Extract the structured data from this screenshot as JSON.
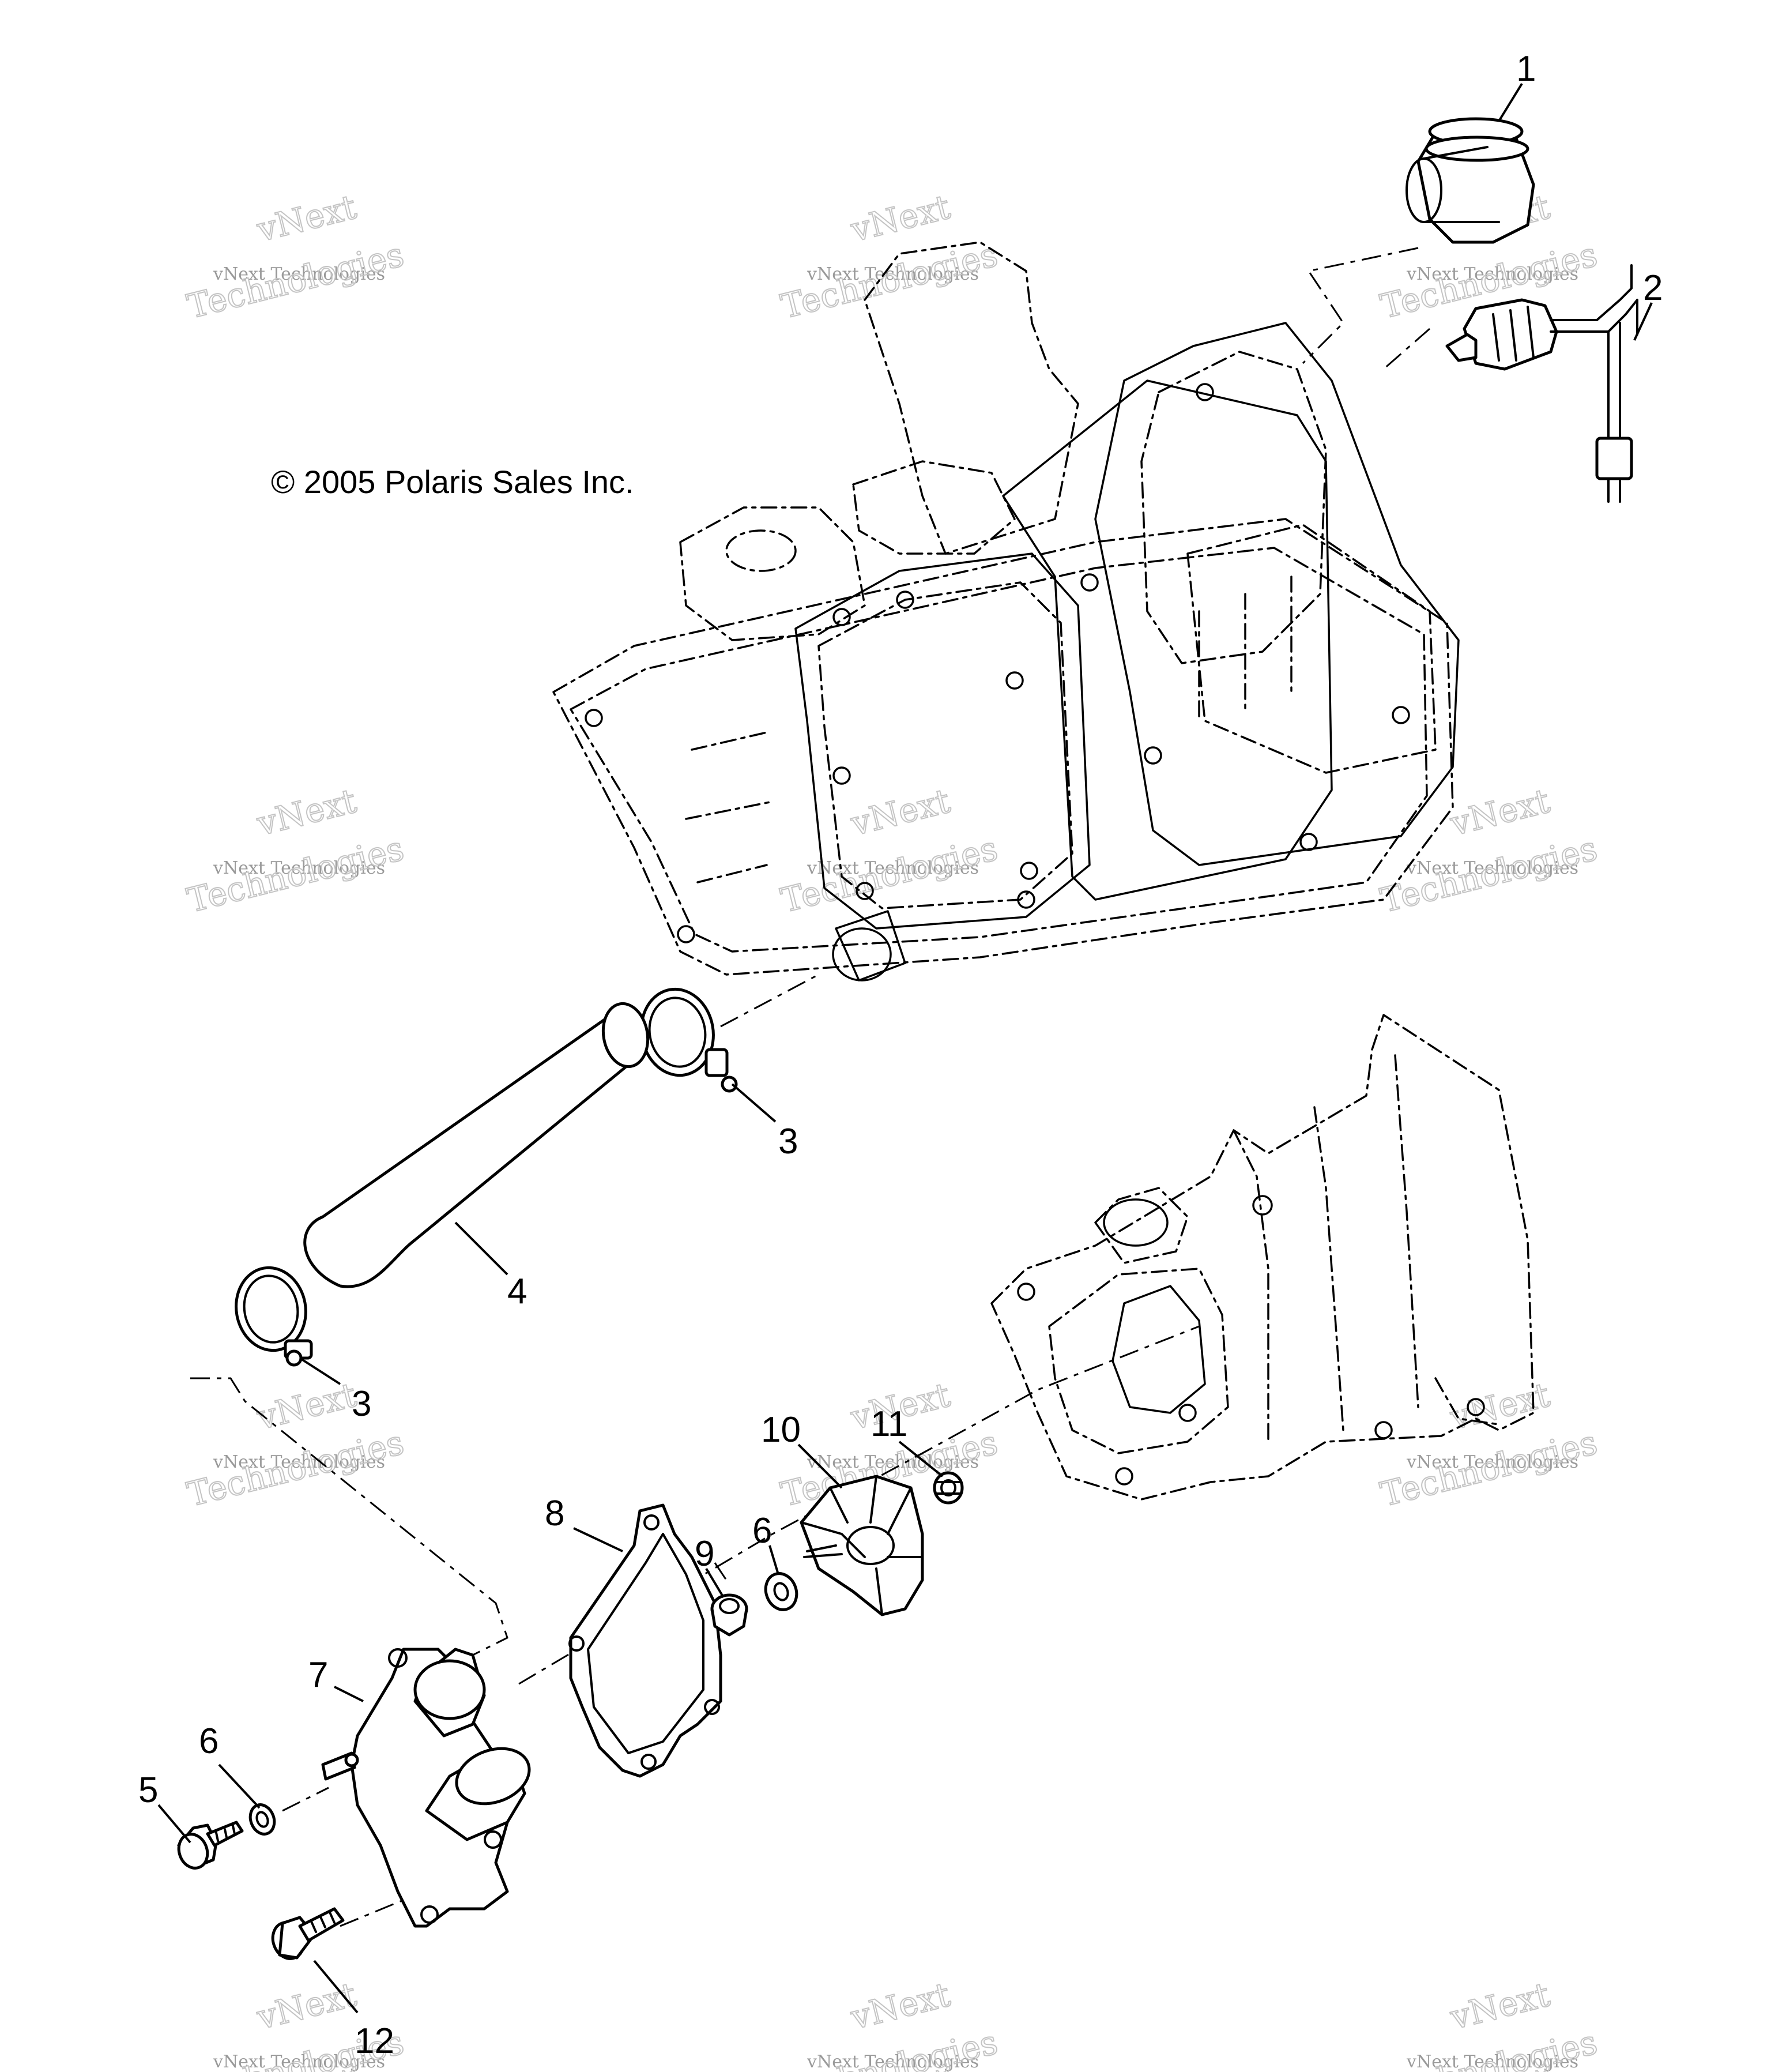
{
  "copyright": "© 2005 Polaris Sales Inc.",
  "watermark": {
    "line_small": "vNext Technologies",
    "line_top": "vNext",
    "line_bottom": "Technologies"
  },
  "callouts": {
    "c1": "1",
    "c2": "2",
    "c3a": "3",
    "c3b": "3",
    "c4": "4",
    "c5": "5",
    "c6a": "6",
    "c6b": "6",
    "c7": "7",
    "c8": "8",
    "c9": "9",
    "c10": "10",
    "c11": "11",
    "c12": "12"
  }
}
